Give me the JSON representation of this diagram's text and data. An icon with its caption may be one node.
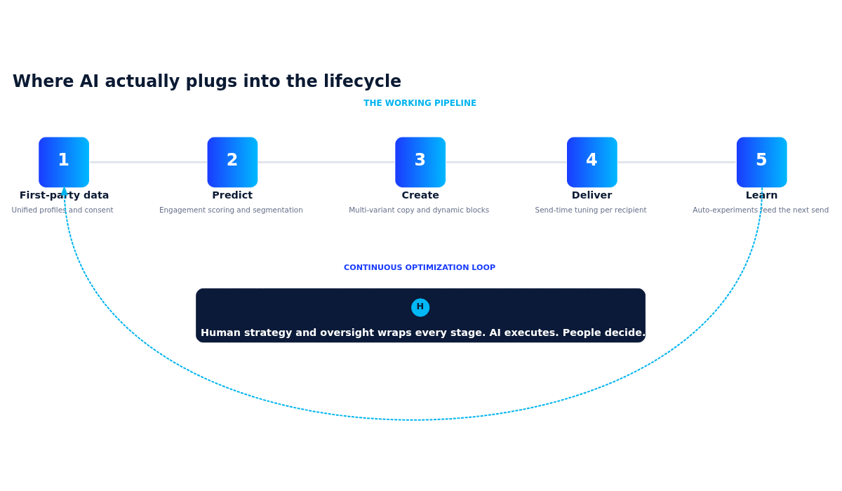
{
  "diagram": {
    "title": "Where AI actually plugs into the lifecycle",
    "nodes": [
      {
        "text": [
          "1",
          "First-party data"
        ],
        "beside": [
          "Unified profiles and consent"
        ]
      },
      {
        "text": [
          "2",
          "Predict"
        ],
        "beside": [
          "Engagement scoring and segmentation"
        ]
      },
      {
        "text": [
          "3",
          "Create"
        ],
        "beside": [
          "Multi-variant copy and dynamic blocks"
        ]
      },
      {
        "text": [
          "4",
          "Deliver"
        ],
        "beside": [
          "Send-time tuning per recipient"
        ]
      },
      {
        "text": [
          "5",
          "Learn"
        ],
        "beside": [
          "Auto-experiments feed the next send"
        ]
      },
      {
        "text": [
          "Human strategy and oversight wraps every stage. AI executes. People decide."
        ]
      },
      {
        "text": [
          "H"
        ],
        "in": 5
      }
    ],
    "edges": [
      {
        "from": 0,
        "to": 1,
        "arrow": "none"
      },
      {
        "from": 1,
        "to": 2,
        "arrow": "none"
      },
      {
        "from": 2,
        "to": 3,
        "arrow": "none"
      },
      {
        "from": 3,
        "to": 4,
        "arrow": "none"
      },
      {
        "from": 4,
        "to": 0,
        "arrow": "to",
        "style": "dashed",
        "color": "#00b4f0"
      }
    ],
    "labels": [
      "THE WORKING PIPELINE",
      "CONTINUOUS OPTIMIZATION LOOP"
    ]
  }
}
